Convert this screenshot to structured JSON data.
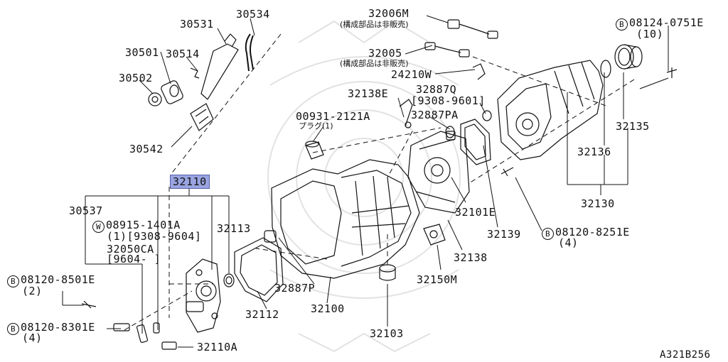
{
  "diagram": {
    "highlighted_part": "32110",
    "drawing_code": "A321B256",
    "wm_text": "",
    "labels": {
      "p30534": "30534",
      "p30531": "30531",
      "p30501": "30501",
      "p30514": "30514",
      "p30502": "30502",
      "p30542": "30542",
      "p30537": "30537",
      "p32110": "32110",
      "p08915": "08915-1401A",
      "p08915_qty": "(1)[9308-9604]",
      "p08915_circle": "W",
      "p32113": "32113",
      "p32050": "32050CA",
      "p32050_range": "[9604-    ]",
      "p08120_8501": "08120-8501E",
      "p08120_8501_qty": "(2)",
      "p08120_8501_circle": "B",
      "p08120_8301": "08120-8301E",
      "p08120_8301_qty": "(4)",
      "p08120_8301_circle": "B",
      "p32110A": "32110A",
      "p32112": "32112",
      "p32100": "32100",
      "p32887P": "32887P",
      "p32103": "32103",
      "p32150M": "32150M",
      "p32138": "32138",
      "p32139": "32139",
      "p32101E": "32101E",
      "p00931": "00931-2121A",
      "p00931_sub": "プラグ(1)",
      "p32138E": "32138E",
      "p32887PA": "32887PA",
      "p32887Q": "32887Q",
      "p32887Q_range": "[9308-9601]",
      "p32006M": "32006M",
      "p32006M_sub": "(構成部品は非販売)",
      "p32005": "32005",
      "p32005_sub": "(構成部品は非販売)",
      "p24210W": "24210W",
      "p08124": "08124-0751E",
      "p08124_qty": "(10)",
      "p08124_circle": "B",
      "p32135": "32135",
      "p32136": "32136",
      "p32130": "32130",
      "p08120_8251": "08120-8251E",
      "p08120_8251_qty": "(4)",
      "p08120_8251_circle": "B"
    }
  }
}
